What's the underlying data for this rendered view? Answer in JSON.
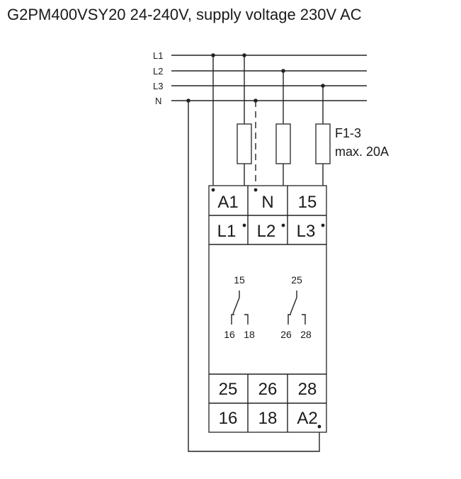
{
  "title": "G2PM400VSY20 24-240V, supply voltage 230V AC",
  "phases": [
    "L1",
    "L2",
    "L3",
    "N"
  ],
  "fuse": {
    "label": "F1-3",
    "rating": "max. 20A"
  },
  "terminals": {
    "top_row_1": [
      "A1",
      "N",
      "15"
    ],
    "top_row_2": [
      "L1",
      "L2",
      "L3"
    ],
    "bottom_row_1": [
      "25",
      "26",
      "28"
    ],
    "bottom_row_2": [
      "16",
      "18",
      "A2"
    ]
  },
  "contacts": {
    "contact_1": {
      "common": "15",
      "nc": "16",
      "no": "18"
    },
    "contact_2": {
      "common": "25",
      "nc": "26",
      "no": "28"
    }
  }
}
